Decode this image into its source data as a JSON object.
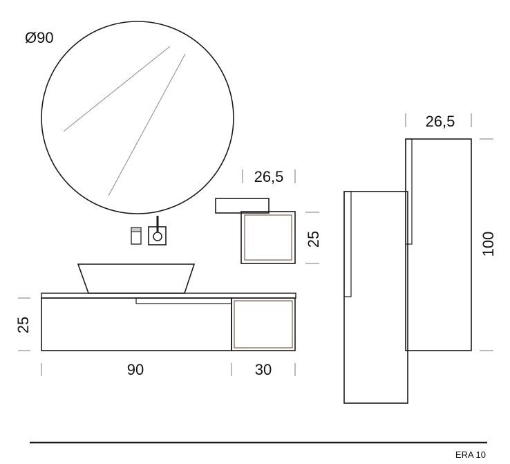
{
  "mirror": {
    "diameter_label": "Ø90"
  },
  "shelf": {
    "width_label": "26,5",
    "height_label": "25"
  },
  "vanity": {
    "height_label": "25",
    "cabinet_width_label": "90",
    "open_unit_width_label": "30"
  },
  "column": {
    "depth_label": "26,5",
    "height_label": "100"
  },
  "footer": {
    "code": "ERA 10"
  },
  "colors": {
    "line": "#1a1a1a",
    "dim_line": "#777777",
    "cabinet_accent": "#7a5a4a"
  }
}
